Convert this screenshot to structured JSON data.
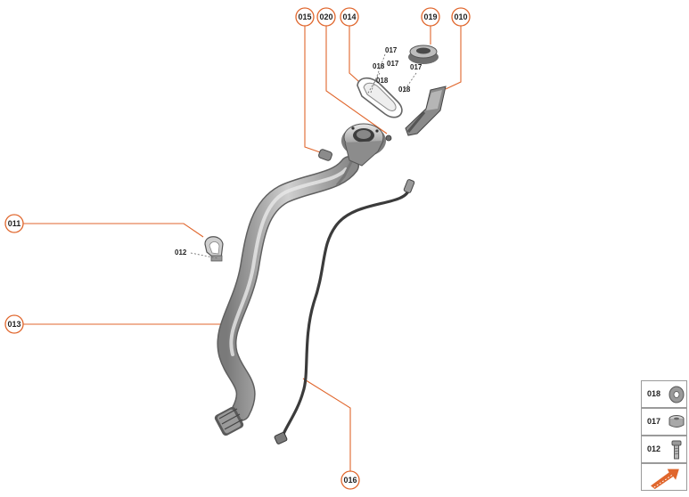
{
  "accent_color": "#e0662c",
  "callouts": {
    "c015": "015",
    "c020": "020",
    "c014": "014",
    "c019": "019",
    "c010": "010",
    "c011": "011",
    "c013": "013",
    "c016": "016"
  },
  "part_labels": {
    "l017a": "017",
    "l018a": "018",
    "l017b": "017",
    "l018b": "018",
    "l017c": "017",
    "l018c": "018",
    "l012": "012"
  },
  "legend": {
    "items": [
      {
        "label": "018",
        "icon": "washer-icon"
      },
      {
        "label": "017",
        "icon": "nut-icon"
      },
      {
        "label": "012",
        "icon": "bolt-icon"
      }
    ],
    "nav_icon": "arrow-icon"
  }
}
